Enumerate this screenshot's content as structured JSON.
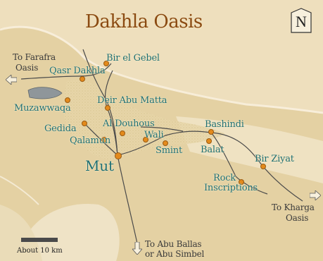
{
  "title": "Dakhla Oasis",
  "compass": {
    "letter": "N",
    "icon": "north-arrow-icon"
  },
  "places": {
    "bir_el_gebel": "Bir el Gebel",
    "qasr_dakhla": "Qasr Dakhla",
    "muzawwaqa": "Muzawwaqa",
    "deir_abu_matta": "Deir Abu Matta",
    "gedida": "Gedida",
    "al_douhous": "Al Douhous",
    "qalamun": "Qalamun",
    "wali": "Wali",
    "smint": "Smint",
    "bashindi": "Bashindi",
    "balat": "Balat",
    "mut": "Mut",
    "bir_ziyat": "Bir Ziyat",
    "rock_line1": "Rock",
    "rock_line2": "Inscriptions"
  },
  "exits": {
    "farafra_line1": "To Farafra",
    "farafra_line2": "Oasis",
    "kharga_line1": "To Kharga",
    "kharga_line2": "Oasis",
    "abuballas_line1": "To Abu Ballas",
    "abuballas_line2": "or Abu Simbel"
  },
  "scale": {
    "label": "About 10 km"
  },
  "colors": {
    "label": "#1f6f73",
    "town_dot": "#e38a1c",
    "title": "#8a4a12",
    "road": "#4a4a4a",
    "escarpment": "#f4ead2"
  }
}
